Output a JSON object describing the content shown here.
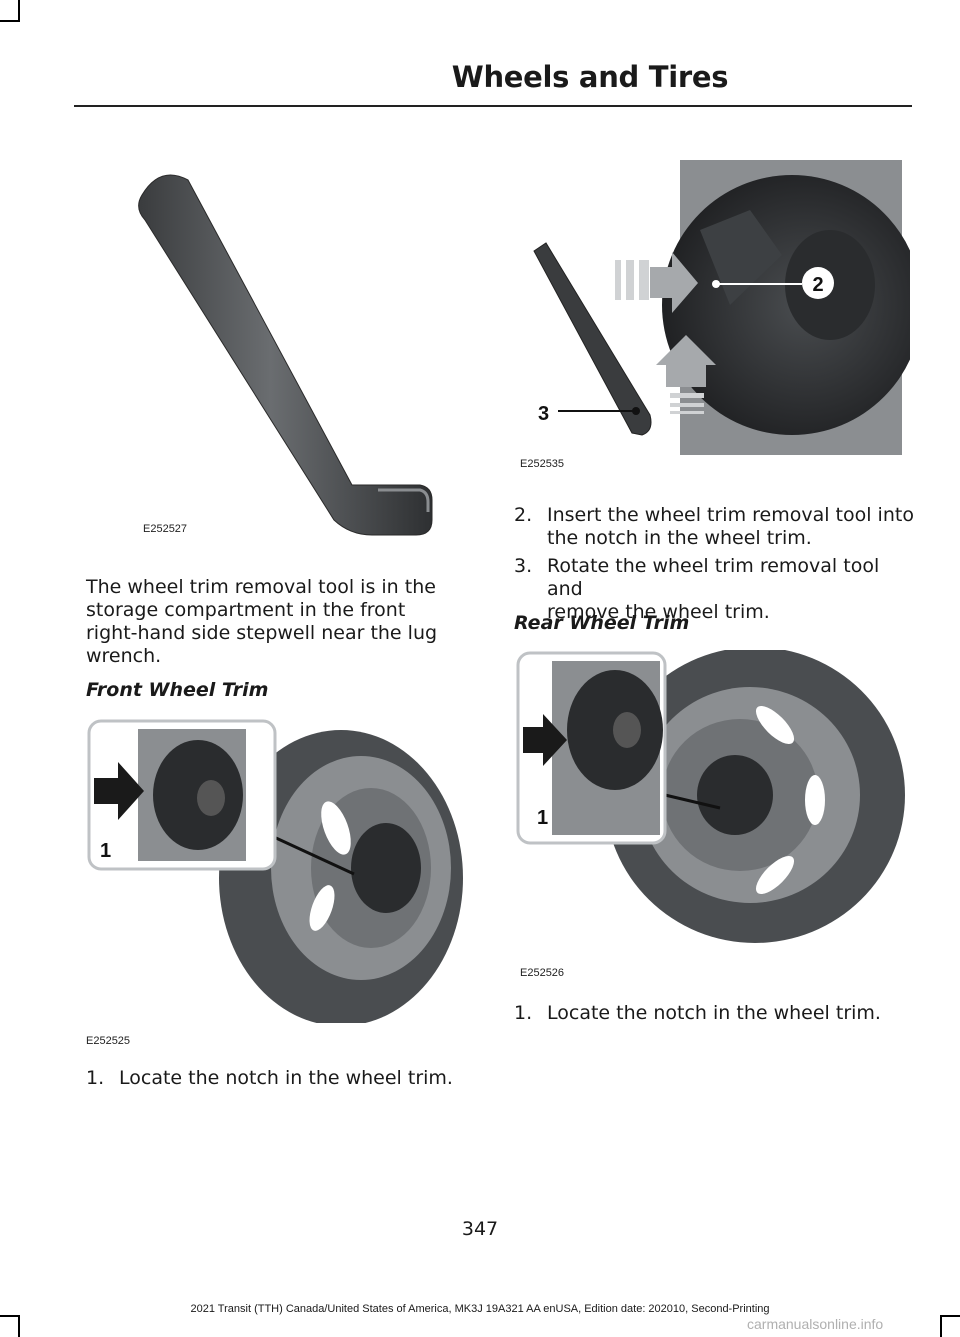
{
  "header": {
    "title": "Wheels and Tires"
  },
  "figures": {
    "tool": {
      "id": "E252527"
    },
    "insert_tool": {
      "id": "E252535",
      "callouts": [
        "2",
        "3"
      ]
    },
    "front_trim": {
      "id": "E252525",
      "callout": "1"
    },
    "rear_trim": {
      "id": "E252526",
      "callout": "1"
    }
  },
  "left_column": {
    "intro": "The wheel trim removal tool is in the storage compartment in the front right-hand side stepwell near the lug wrench.",
    "heading": "Front Wheel Trim",
    "steps": [
      {
        "num": "1.",
        "text": "Locate the notch in the wheel trim."
      }
    ]
  },
  "right_column": {
    "steps": [
      {
        "num": "2.",
        "text_lines": [
          "Insert the wheel trim removal tool into",
          "the notch in the wheel trim."
        ]
      },
      {
        "num": "3.",
        "text_lines": [
          "Rotate the wheel trim removal tool and",
          "remove the wheel trim."
        ]
      }
    ],
    "heading": "Rear Wheel Trim",
    "steps_after": [
      {
        "num": "1.",
        "text": "Locate the notch in the wheel trim."
      }
    ]
  },
  "page_number": "347",
  "footer": "2021 Transit (TTH) Canada/United States of America, MK3J 19A321 AA enUSA, Edition date: 202010, Second-Printing",
  "watermark": "carmanualsonline.info"
}
